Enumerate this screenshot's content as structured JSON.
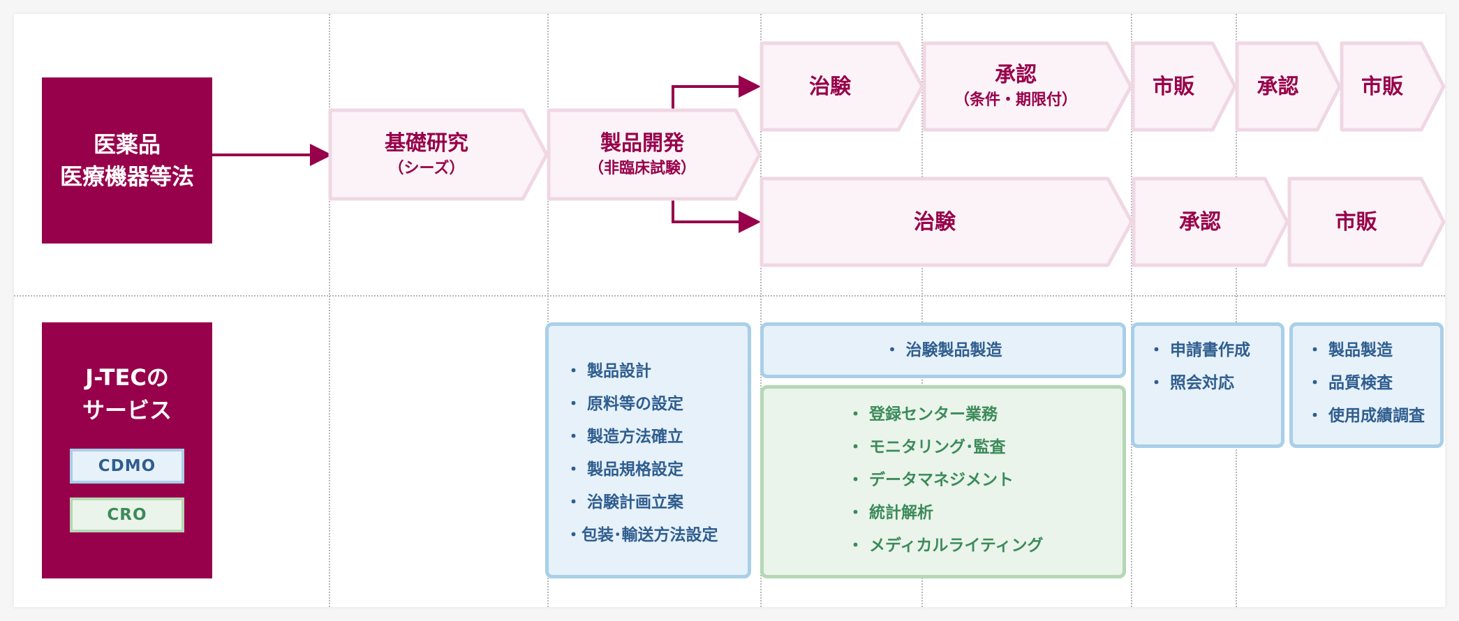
{
  "colors": {
    "primary": "#97004a",
    "phase_fill": "#fbf3f7",
    "phase_border": "#f0d7e4",
    "cdmo_fill": "#e6f1fa",
    "cdmo_border": "#a9cfe8",
    "cdmo_text": "#2f5d8e",
    "cro_fill": "#eaf4ea",
    "cro_border": "#b5d7b5",
    "cro_text": "#3c8a5a"
  },
  "law_box": {
    "line1": "医薬品",
    "line2": "医療機器等法"
  },
  "services_box": {
    "line1": "J-TECの",
    "line2": "サービス",
    "tag_cdmo": "CDMO",
    "tag_cro": "CRO"
  },
  "phases": {
    "basic_research": {
      "label": "基礎研究",
      "sub": "（シーズ）"
    },
    "product_dev": {
      "label": "製品開発",
      "sub": "（非臨床試験）"
    },
    "top_trial": {
      "label": "治験"
    },
    "top_conditional_approval": {
      "label": "承認",
      "sub": "（条件・期限付）"
    },
    "top_market_1": {
      "label": "市販"
    },
    "top_approval": {
      "label": "承認"
    },
    "top_market_2": {
      "label": "市販"
    },
    "bottom_trial": {
      "label": "治験"
    },
    "bottom_approval": {
      "label": "承認"
    },
    "bottom_market": {
      "label": "市販"
    }
  },
  "service_boxes": {
    "product_design": [
      "・ 製品設計",
      "・ 原料等の設定",
      "・ 製造方法確立",
      "・ 製品規格設定",
      "・ 治験計画立案",
      "・包装･輸送方法設定"
    ],
    "trial_manufacturing": [
      "・ 治験製品製造"
    ],
    "cro_services": [
      "・ 登録センター業務",
      "・ モニタリング･監査",
      "・ データマネジメント",
      "・ 統計解析",
      "・ メディカルライティング"
    ],
    "application": [
      "・ 申請書作成",
      "・ 照会対応"
    ],
    "post_market": [
      "・ 製品製造",
      "・ 品質検査",
      "・ 使用成績調査"
    ]
  }
}
